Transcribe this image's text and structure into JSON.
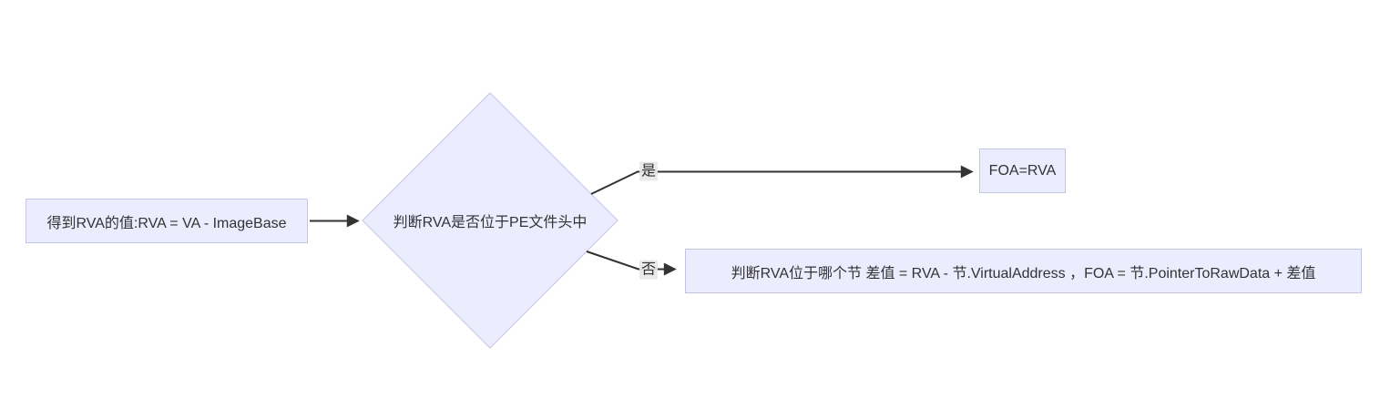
{
  "diagram": {
    "type": "flowchart-LR",
    "colors": {
      "background": "#ffffff",
      "node_fill": "#ececff",
      "node_border": "#c4c4e4",
      "edge_stroke": "#333333",
      "text": "#333333",
      "edge_label_bg": "#e8e8e8"
    },
    "nodes": {
      "start": {
        "label": "得到RVA的值:RVA = VA - ImageBase",
        "shape": "rect"
      },
      "decision": {
        "label": "判断RVA是否位于PE文件头中",
        "shape": "diamond"
      },
      "yes_result": {
        "label": "FOA=RVA",
        "shape": "rect"
      },
      "no_result": {
        "label": "判断RVA位于哪个节 差值 = RVA - 节.VirtualAddress ，FOA = 节.PointerToRawData + 差值",
        "shape": "rect"
      }
    },
    "edges": {
      "start_to_decision": {
        "label": ""
      },
      "decision_yes": {
        "label": "是"
      },
      "decision_no": {
        "label": "否"
      }
    }
  }
}
